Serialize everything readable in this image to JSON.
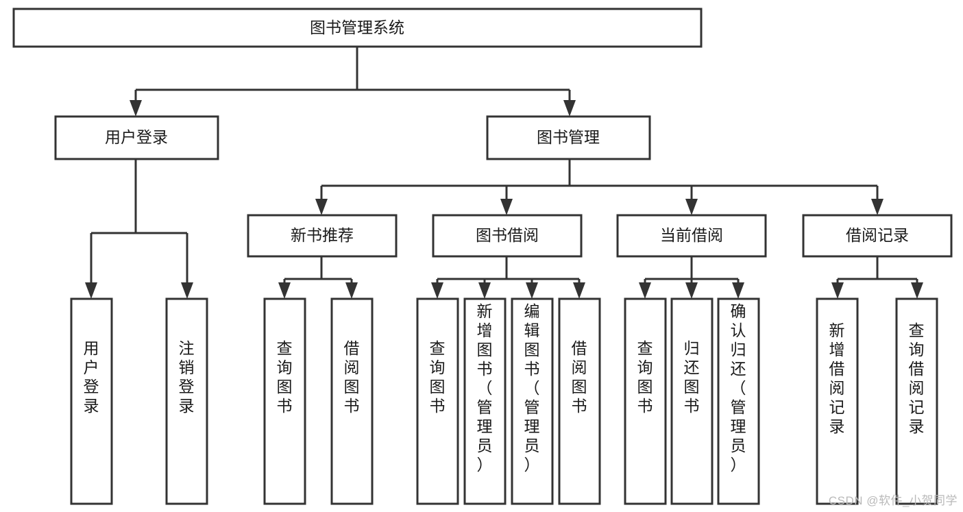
{
  "diagram": {
    "type": "tree",
    "title": "图书管理系统",
    "watermark": "CSDN @软件_小贺同学",
    "colors": {
      "stroke": "#333333",
      "fill": "#ffffff",
      "text": "#1a1a1a",
      "watermark": "#b9b9b9"
    },
    "levels": {
      "root": {
        "label": "图书管理系统"
      },
      "level2": [
        {
          "label": "用户登录"
        },
        {
          "label": "图书管理"
        }
      ],
      "level3": [
        {
          "label": "新书推荐"
        },
        {
          "label": "图书借阅"
        },
        {
          "label": "当前借阅"
        },
        {
          "label": "借阅记录"
        }
      ],
      "leaves": [
        {
          "label": "用户登录",
          "parent": "用户登录"
        },
        {
          "label": "注销登录",
          "parent": "用户登录"
        },
        {
          "label": "查询图书",
          "parent": "新书推荐"
        },
        {
          "label": "借阅图书",
          "parent": "新书推荐"
        },
        {
          "label": "查询图书",
          "parent": "图书借阅"
        },
        {
          "label": "新增图书（管理员）",
          "parent": "图书借阅"
        },
        {
          "label": "编辑图书（管理员）",
          "parent": "图书借阅"
        },
        {
          "label": "借阅图书",
          "parent": "图书借阅"
        },
        {
          "label": "查询图书",
          "parent": "当前借阅"
        },
        {
          "label": "归还图书",
          "parent": "当前借阅"
        },
        {
          "label": "确认归还（管理员）",
          "parent": "当前借阅"
        },
        {
          "label": "新增借阅记录",
          "parent": "借阅记录"
        },
        {
          "label": "查询借阅记录",
          "parent": "借阅记录"
        }
      ]
    }
  }
}
